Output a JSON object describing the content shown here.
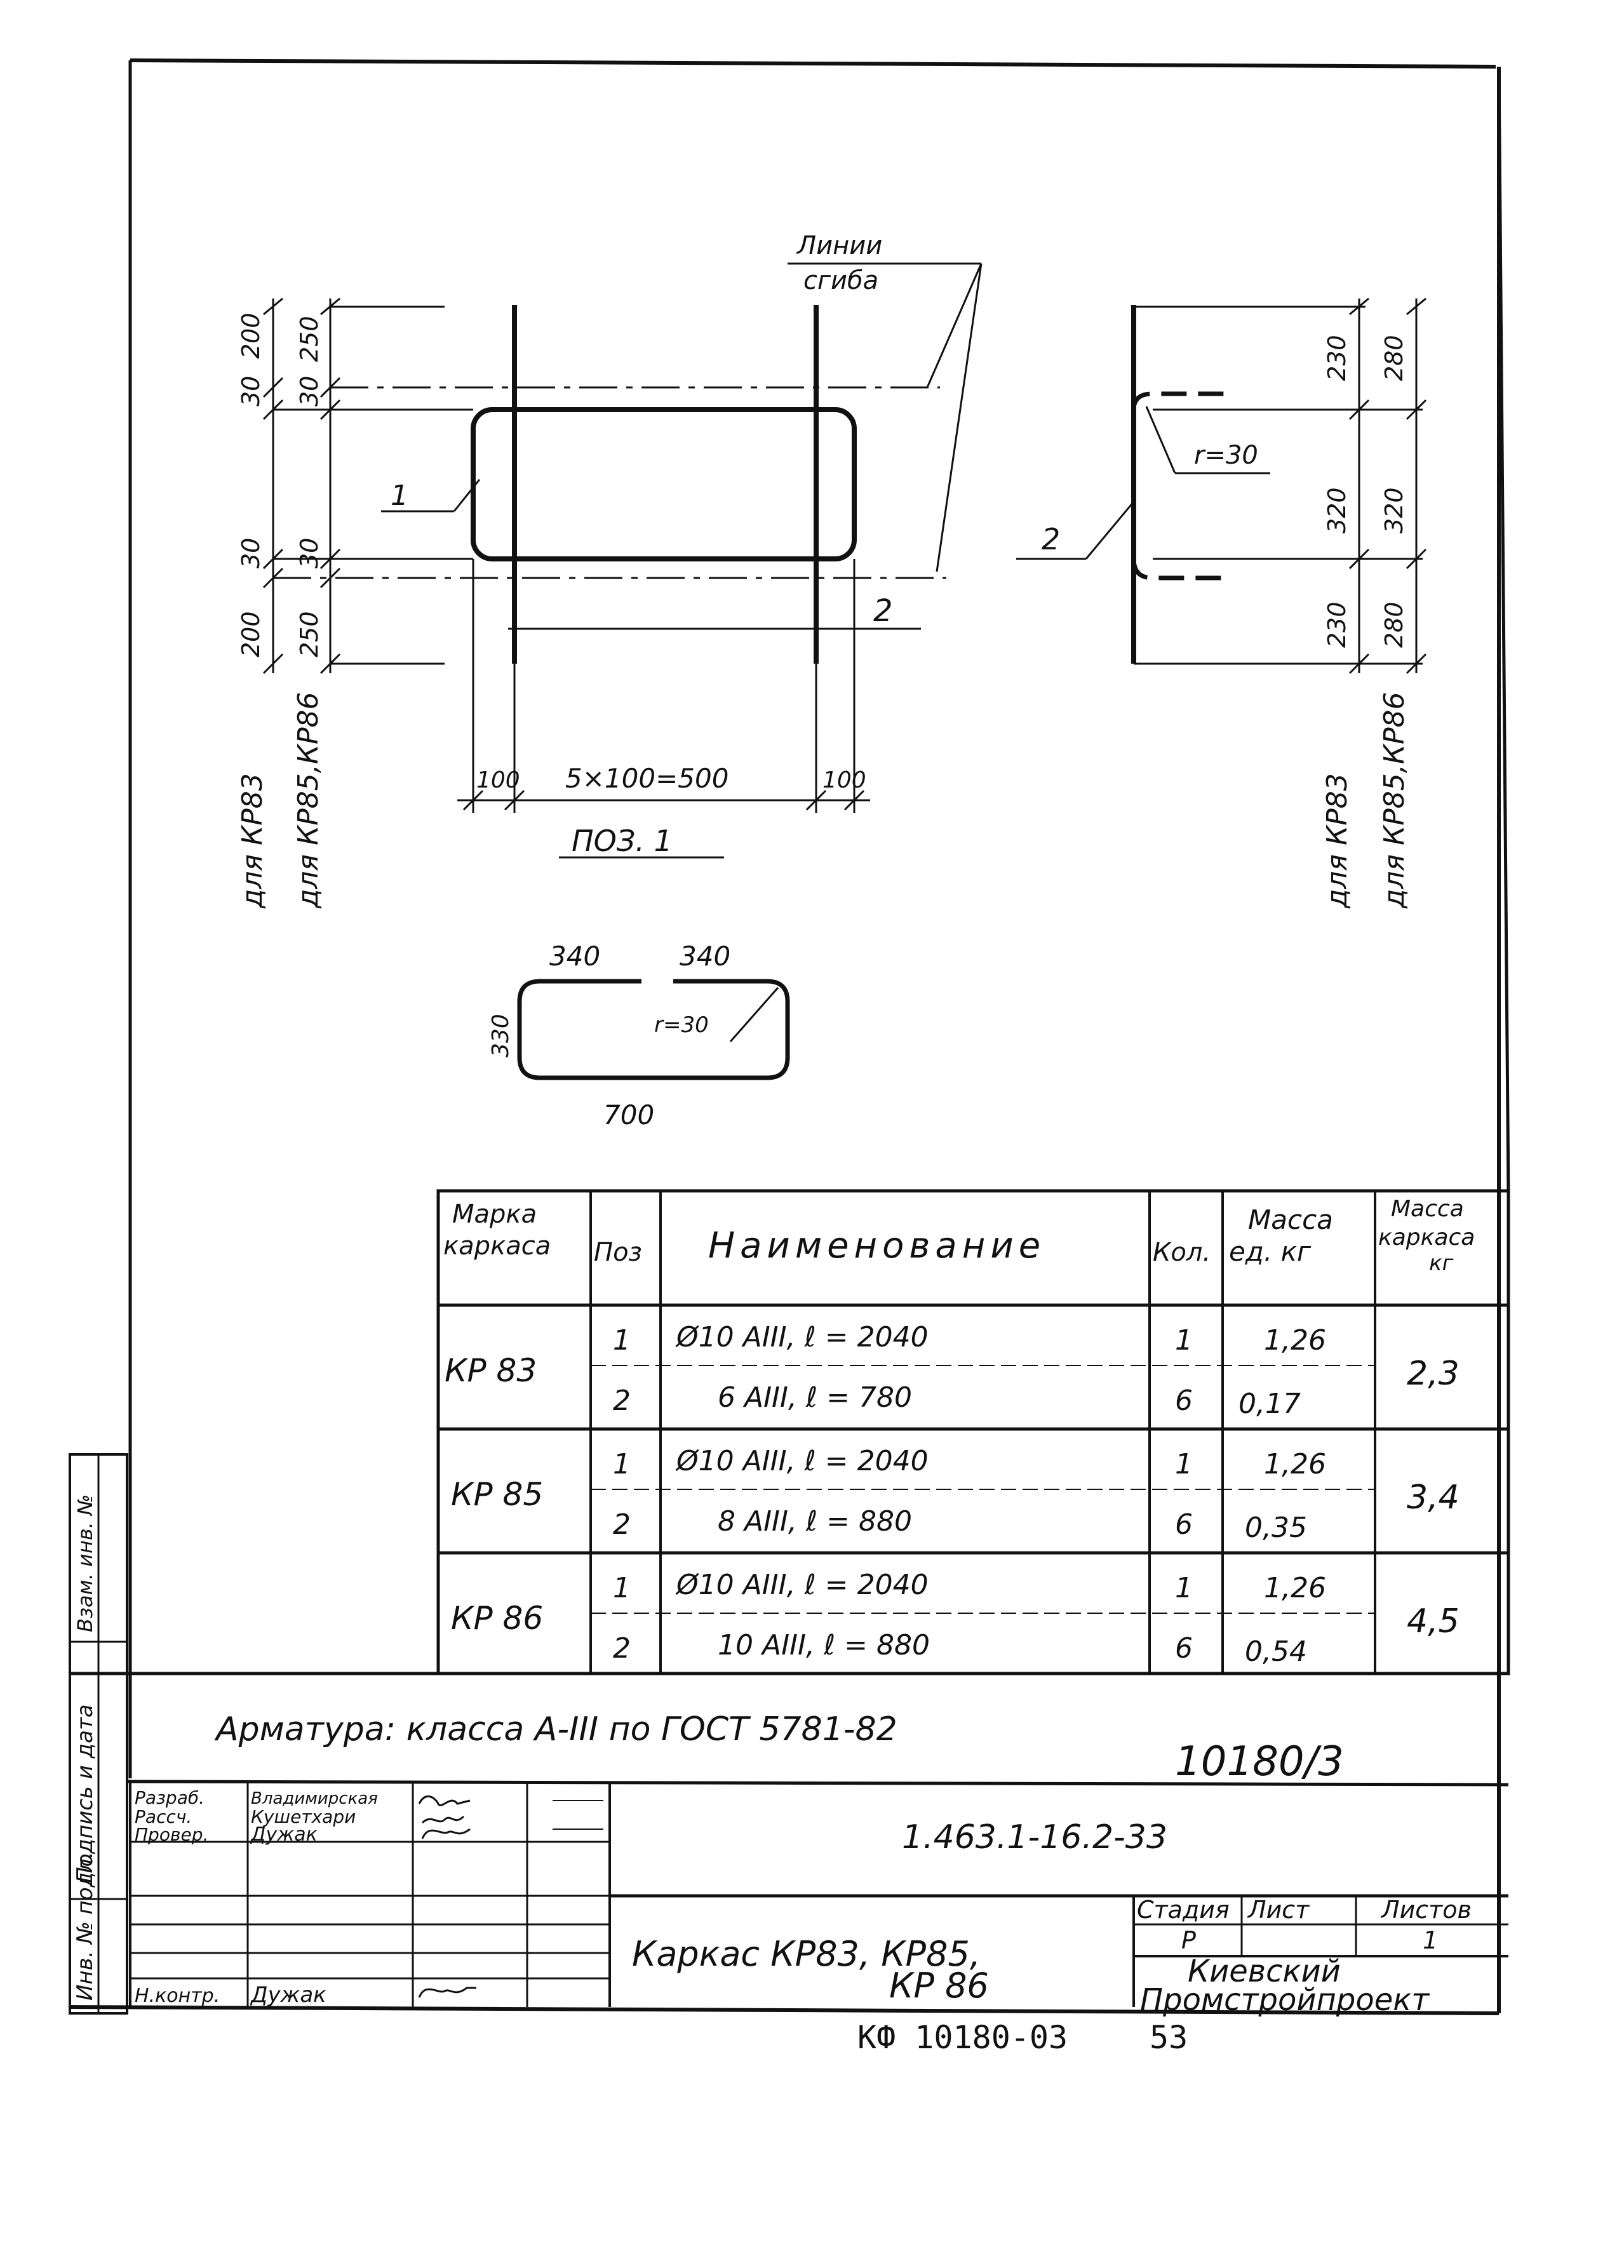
{
  "drawing": {
    "bend_lines_label_1": "Линии",
    "bend_lines_label_2": "сгиба",
    "pos1_left_dims": [
      "200",
      "30",
      "30",
      "200"
    ],
    "pos1_right_dims": [
      "250",
      "30",
      "30",
      "250"
    ],
    "pos1_bottom_dims": [
      "100",
      "5×100=500",
      "100"
    ],
    "pos1_label": "ПОЗ. 1",
    "leader_1": "1",
    "leader_2": "2",
    "for_kp83": "для КР83",
    "for_kp85_86": "для КР85,КР86",
    "pos2_left_dims": [
      "230",
      "320",
      "230"
    ],
    "pos2_right_dims": [
      "280",
      "320",
      "280"
    ],
    "pos2_radius": "r=30",
    "pos2_leader": "2",
    "frame_dims": [
      "340",
      "340",
      "330",
      "700"
    ],
    "frame_radius": "r=30"
  },
  "spec_table": {
    "headers": {
      "mark": [
        "Марка",
        "каркаса"
      ],
      "pos": "Поз",
      "name": "Наименование",
      "qty": "Кол.",
      "mass_unit": [
        "Масса",
        "ед. кг"
      ],
      "mass_frame": [
        "Масса",
        "каркаса",
        "кг"
      ]
    },
    "rows": [
      {
        "mark": "КР 83",
        "pos1": "1",
        "pos2": "2",
        "name1": "Ø10 АIII, ℓ = 2040",
        "name2": "6 АIII, ℓ = 780",
        "qty1": "1",
        "qty2": "6",
        "mass1": "1,26",
        "mass2": "0,17",
        "total": "2,3"
      },
      {
        "mark": "КР 85",
        "pos1": "1",
        "pos2": "2",
        "name1": "Ø10 АIII, ℓ = 2040",
        "name2": "8 АIII, ℓ = 880",
        "qty1": "1",
        "qty2": "6",
        "mass1": "1,26",
        "mass2": "0,35",
        "total": "3,4"
      },
      {
        "mark": "КР 86",
        "pos1": "1",
        "pos2": "2",
        "name1": "Ø10 АIII, ℓ = 2040",
        "name2": "10 АIII, ℓ = 880",
        "qty1": "1",
        "qty2": "6",
        "mass1": "1,26",
        "mass2": "0,54",
        "total": "4,5"
      }
    ]
  },
  "note": "Арматура: класса А-III по ГОСТ 5781-82",
  "doc_code_handwritten": "10180/3",
  "title_block": {
    "designation": "1.463.1-16.2-33",
    "title_line1": "Каркас КР83, КР85,",
    "title_line2": "КР 86",
    "stage_header": "Стадия",
    "sheet_header": "Лист",
    "sheets_header": "Листов",
    "stage_value": "Р",
    "sheet_value": "",
    "sheets_value": "1",
    "org_line1": "Киевский",
    "org_line2": "Промстройпроект",
    "roles": [
      "Разраб.",
      "Рассч.",
      "Провер.",
      "Н.контр."
    ],
    "names": [
      "Владимирская",
      "Кушетхари",
      "Дужак",
      "Дужак"
    ]
  },
  "side_stamp": {
    "inv_label": "Инв. № подл.",
    "sign_label": "Подпись и дата",
    "replace_label": "Взам. инв. №"
  },
  "footer": {
    "archive_code": "КФ 10180-03",
    "page_number": "53"
  }
}
